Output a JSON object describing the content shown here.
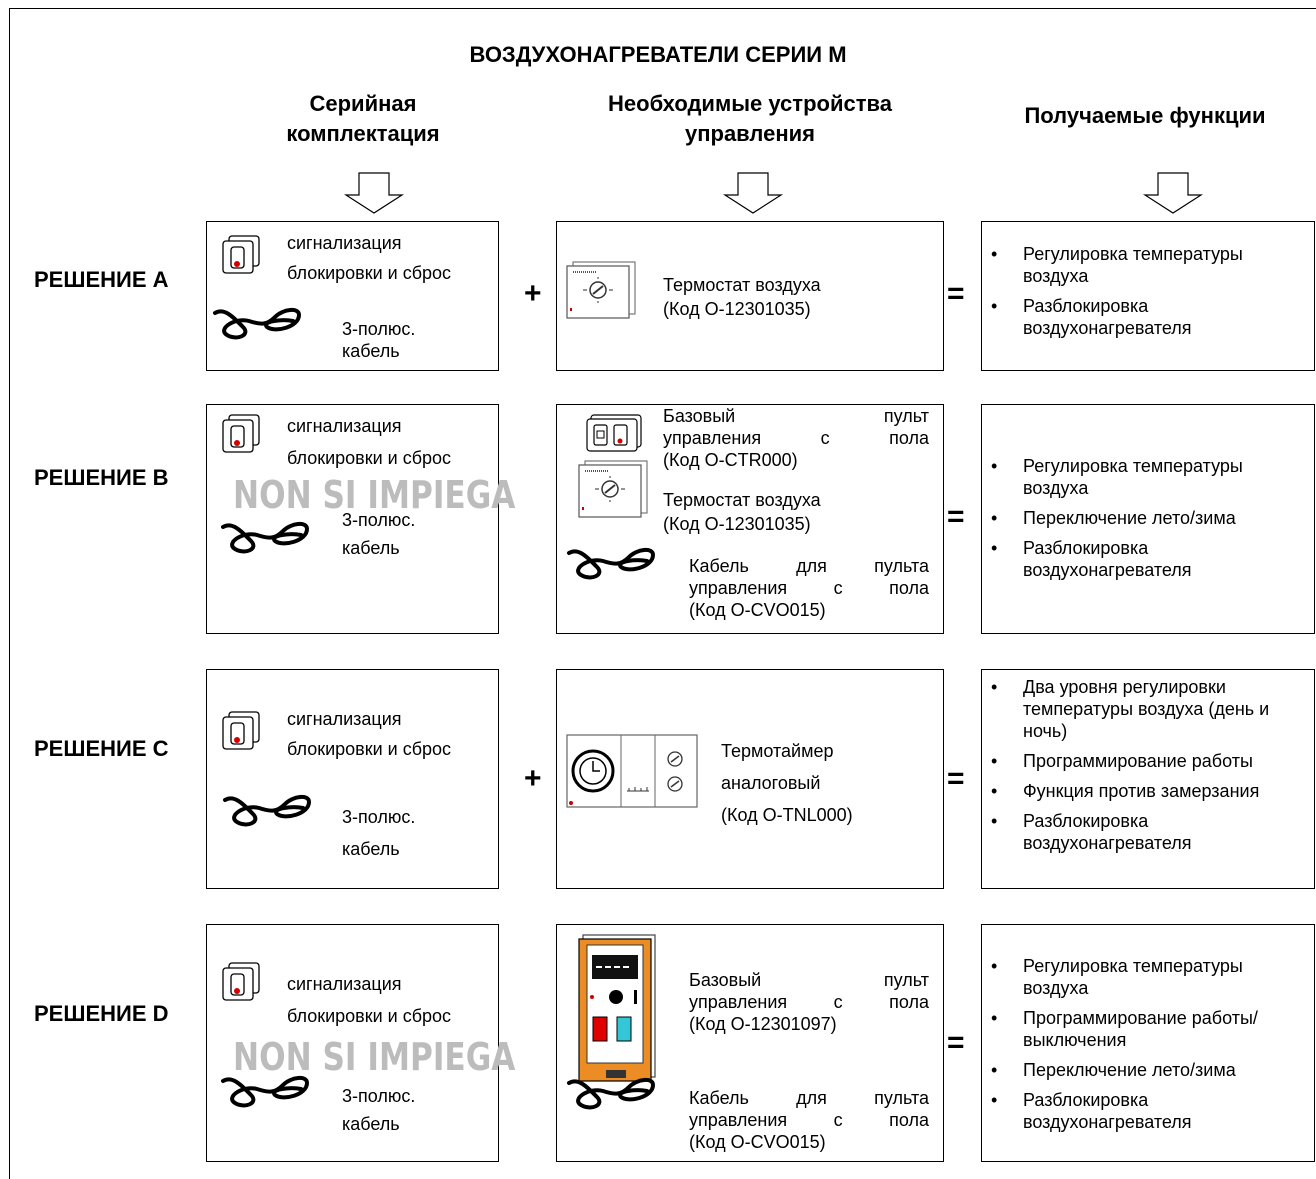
{
  "title": "ВОЗДУХОНАГРЕВАТЕЛИ СЕРИИ М",
  "headers": {
    "col1": [
      "Серийная",
      "комплектация"
    ],
    "col2": [
      "Необходимые устройства",
      "управления"
    ],
    "col3": "Получаемые функции"
  },
  "operators": {
    "plus": "+",
    "equals": "="
  },
  "watermark": "NON SI IMPIEGA",
  "solutions": [
    {
      "label": "РЕШЕНИЕ А",
      "standard": {
        "alarm": [
          "сигнализация",
          "блокировки и сброс"
        ],
        "cable": [
          "3-полюс.",
          "кабель"
        ]
      },
      "devices": {
        "thermostat": [
          "Термостат воздуха",
          "(Код O-12301035)"
        ]
      },
      "functions": [
        "Регулировка температуры воздуха",
        "Разблокировка воздухонагревателя"
      ]
    },
    {
      "label": "РЕШЕНИЕ В",
      "standard": {
        "alarm": [
          "сигнализация",
          "блокировки и сброс"
        ],
        "cable": [
          "3-полюс.",
          "кабель"
        ]
      },
      "devices": {
        "panel": [
          "Базовый пульт",
          "управления с пола",
          "(Код O-CTR000)"
        ],
        "thermostat": [
          "Термостат воздуха",
          "(Код O-12301035)"
        ],
        "cable": [
          "Кабель для пульта",
          "управления с пола",
          "(Код O-CVO015)"
        ]
      },
      "functions": [
        "Регулировка температуры воздуха",
        "Переключение лето/зима",
        "Разблокировка воздухонагревателя"
      ]
    },
    {
      "label": "РЕШЕНИЕ С",
      "standard": {
        "alarm": [
          "сигнализация",
          "блокировки и сброс"
        ],
        "cable": [
          "3-полюс.",
          "кабель"
        ]
      },
      "devices": {
        "timer": [
          "Термотаймер",
          "аналоговый",
          "(Код O-TNL000)"
        ]
      },
      "functions": [
        "Два уровня регулировки температуры воздуха (день и ночь)",
        "Программирование работы",
        "Функция против замерзания",
        "Разблокировка воздухонагревателя"
      ]
    },
    {
      "label": "РЕШЕНИЕ D",
      "standard": {
        "alarm": [
          "сигнализация",
          "блокировки и сброс"
        ],
        "cable": [
          "3-полюс.",
          "кабель"
        ]
      },
      "devices": {
        "panel": [
          "Базовый пульт",
          "управления с пола",
          "(Код O-12301097)"
        ],
        "cable": [
          "Кабель для пульта",
          "управления с пола",
          "(Код O-CVO015)"
        ]
      },
      "functions": [
        "Регулировка температуры воздуха",
        "Программирование работы/выключения",
        "Переключение лето/зима",
        "Разблокировка воздухонагревателя"
      ]
    }
  ]
}
